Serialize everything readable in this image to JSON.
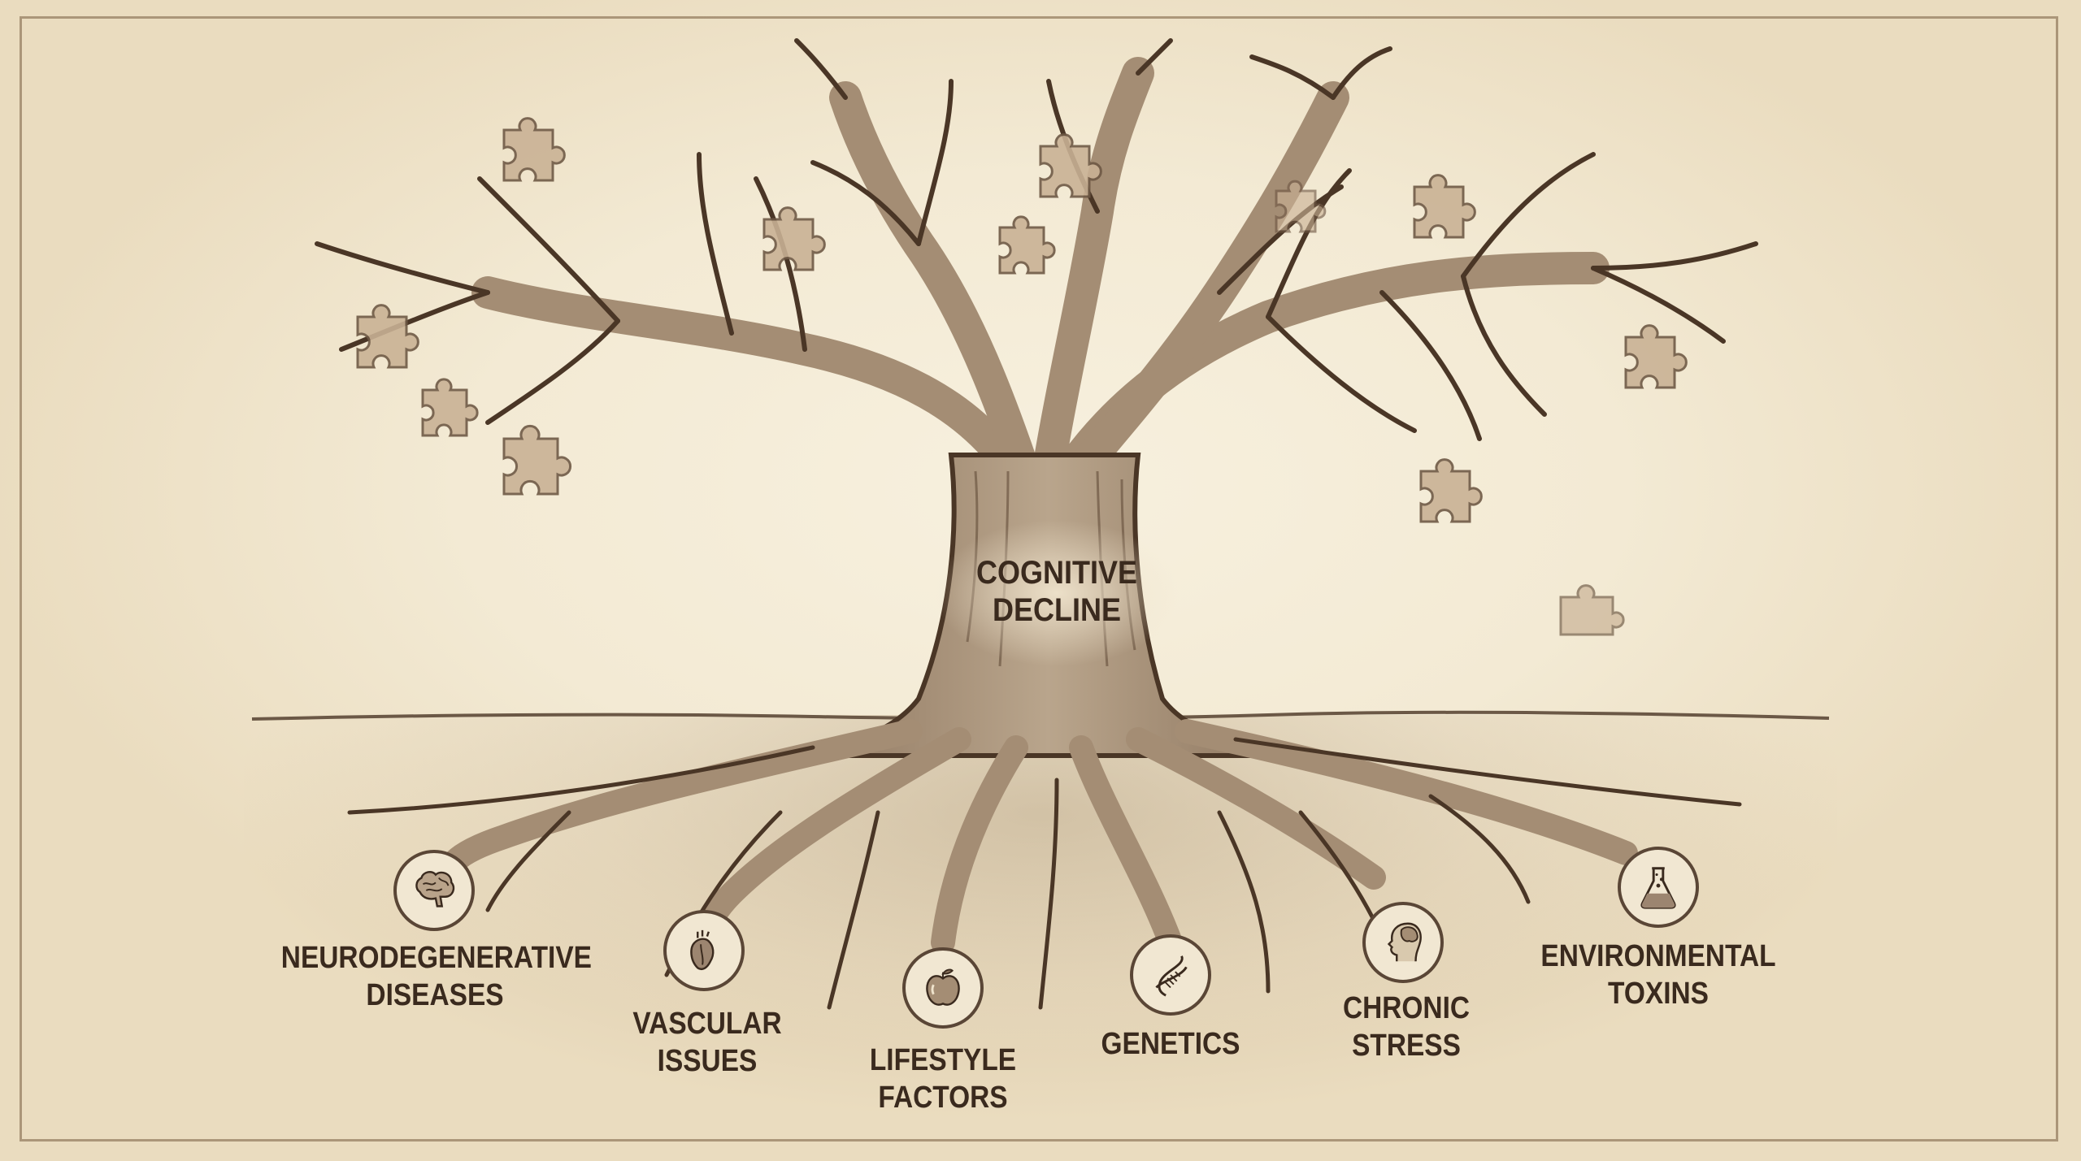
{
  "diagram": {
    "type": "tree-metaphor",
    "style": "sepia hand-drawn illustration",
    "colors": {
      "background": "#f3ead4",
      "ink": "#3a2a1e",
      "bark": "#a48d74",
      "puzzle": "#c9b195",
      "frame": "#a08a6c"
    },
    "trunk": {
      "label_line1": "COGNITIVE",
      "label_line2": "DECLINE"
    },
    "canopy": {
      "description": "bare branches shedding puzzle pieces",
      "puzzle_piece_count": 12
    },
    "roots": [
      {
        "id": "neuro",
        "icon": "brain-icon",
        "line1": "NEURODEGENERATIVE",
        "line2": "DISEASES"
      },
      {
        "id": "vascular",
        "icon": "heart-icon",
        "line1": "VASCULAR",
        "line2": "ISSUES"
      },
      {
        "id": "lifestyle",
        "icon": "apple-icon",
        "line1": "LIFESTYLE",
        "line2": "FACTORS"
      },
      {
        "id": "genetics",
        "icon": "dna-icon",
        "line1": "GENETICS",
        "line2": ""
      },
      {
        "id": "stress",
        "icon": "head-brain-icon",
        "line1": "CHRONIC",
        "line2": "STRESS"
      },
      {
        "id": "toxins",
        "icon": "flask-icon",
        "line1": "ENVIRONMENTAL",
        "line2": "TOXINS"
      }
    ]
  }
}
